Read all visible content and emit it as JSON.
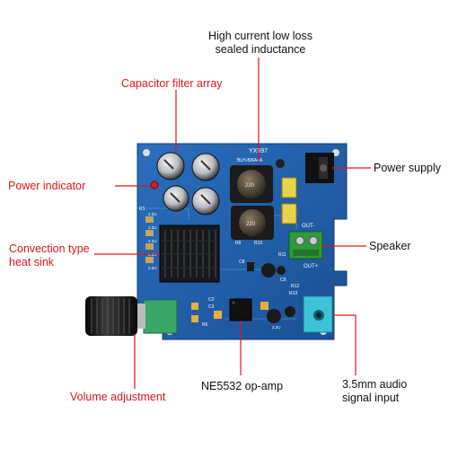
{
  "labels": {
    "inductance": "High current low loss\nsealed inductance",
    "capacitor_array": "Capacitor filter array",
    "power_supply": "Power supply",
    "power_indicator": "Power indicator",
    "speaker": "Speaker",
    "heat_sink": "Convection type\nheat sink",
    "volume": "Volume adjustment",
    "op_amp": "NE5532 op-amp",
    "audio_input": "3.5mm audio\nsignal input"
  },
  "board_text": {
    "model": "YX597",
    "board_id": "BLH-B/6A4A",
    "out_minus": "OUT-",
    "out_plus": "OUT+",
    "inductor_code_1": "220",
    "inductor_code_2": "220",
    "r9": "R9",
    "r10": "R10",
    "r11": "R11",
    "r12": "R12",
    "r13": "R13",
    "c8": "C8",
    "c9": "C9",
    "c2": "C2",
    "c3": "C3",
    "r6": "R6",
    "r1": "R1",
    "cap_22u_1": "2.2U",
    "cap_22u_2": "2.2U",
    "cap_22u_3": "2.2U",
    "cap_22u_4": "2.2U",
    "cap_22u_5": "2.2U",
    "cap_22u_6": "2.2U"
  },
  "colors": {
    "annotation_red": "#e2141b",
    "pcb_blue": "#1f5fa8",
    "heatsink": "#16181b",
    "terminal_green": "#2f9a3a",
    "jack_cyan": "#3cc3d8",
    "pot_green": "#3aa66a"
  }
}
